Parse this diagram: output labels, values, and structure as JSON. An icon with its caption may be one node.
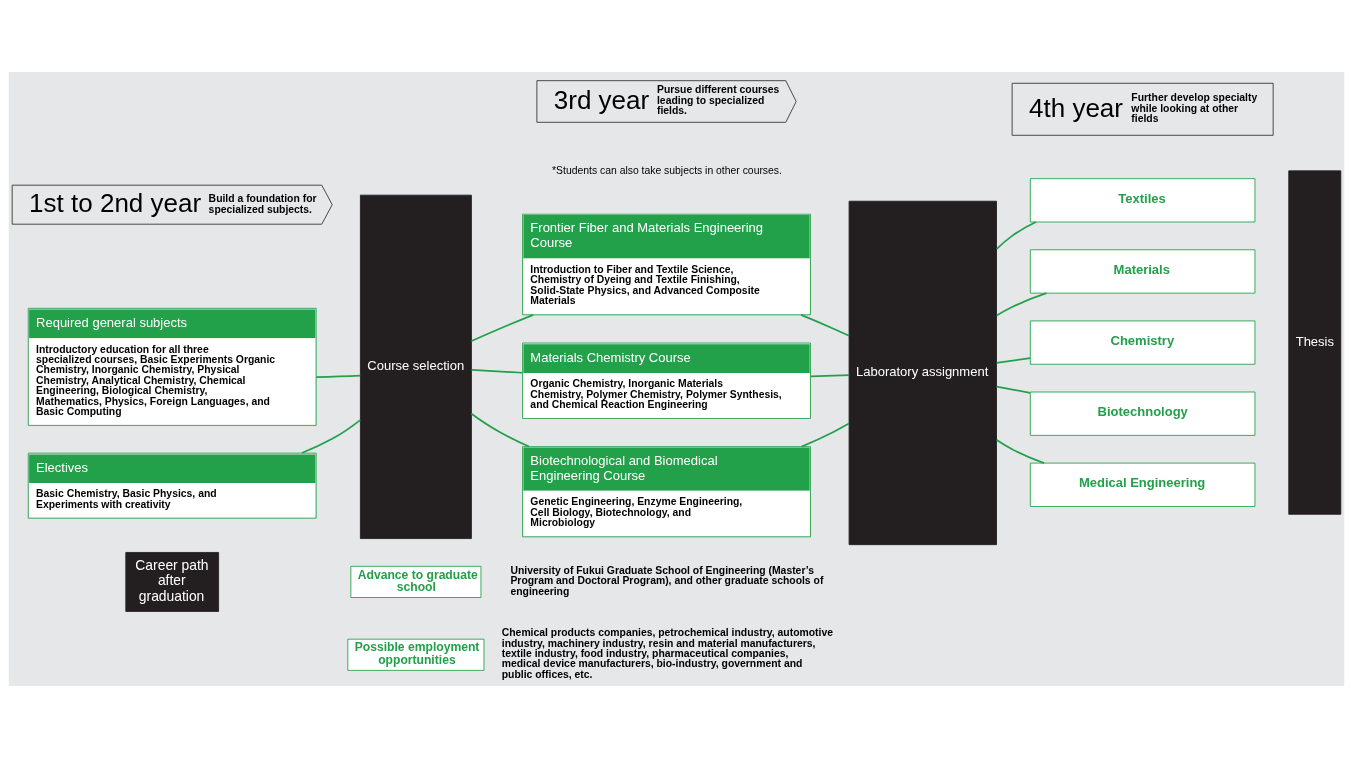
{
  "diagram": {
    "nodes": [
      {
        "text": [
          "1st to 2nd year",
          "Build a foundation for specialized subjects."
        ]
      },
      {
        "text": [
          "3rd year",
          "Pursue different courses leading to specialized fields."
        ]
      },
      {
        "text": [
          "4th year",
          "Further develop specialty while looking at other fields"
        ]
      },
      {
        "text": [
          "Required general subjects",
          "Introductory education for all three specialized courses, Basic Experiments Organic Chemistry, Inorganic Chemistry, Physical Chemistry, Analytical Chemistry, Chemical Engineering, Biological Chemistry, Mathematics, Physics, Foreign Languages, and Basic Computing"
        ]
      },
      {
        "text": [
          "Electives",
          "Basic Chemistry, Basic Physics, and Experiments with creativity"
        ]
      },
      {
        "text": [
          "Course selection"
        ]
      },
      {
        "text": [
          "Frontier Fiber and Materials Engineering Course",
          "Introduction to Fiber and Textile Science, Chemistry of Dyeing and Textile Finishing, Solid-State Physics, and Advanced Composite Materials"
        ]
      },
      {
        "text": [
          "Materials Chemistry Course",
          "Organic Chemistry, Inorganic Materials Chemistry, Polymer Chemistry, Polymer Synthesis, and Chemical Reaction Engineering"
        ]
      },
      {
        "text": [
          "Biotechnological and Biomedical Engineering Course",
          "Genetic Engineering, Enzyme Engineering, Cell Biology, Biotechnology, and Microbiology"
        ]
      },
      {
        "text": [
          "Laboratory assignment"
        ]
      },
      {
        "text": [
          "Textiles"
        ]
      },
      {
        "text": [
          "Materials"
        ]
      },
      {
        "text": [
          "Chemistry"
        ]
      },
      {
        "text": [
          "Biotechnology"
        ]
      },
      {
        "text": [
          "Medical Engineering"
        ]
      },
      {
        "text": [
          "Thesis"
        ]
      },
      {
        "text": [
          "Career path after graduation"
        ]
      },
      {
        "text": [
          "Advance to graduate school"
        ],
        "beside": [
          "University of Fukui Graduate School of Engineering (Master’s Program and Doctoral Program), and other graduate schools of engineering"
        ]
      },
      {
        "text": [
          "Possible employment opportunities"
        ],
        "beside": [
          "Chemical products companies, petrochemical industry, automotive industry, machinery industry, resin and material manufacturers, textile industry, food industry, pharmaceutical companies, medical device manufacturers, bio-industry, government and public offices, etc."
        ]
      }
    ],
    "edges": [
      {
        "from": 3,
        "to": 5,
        "arrow": "none"
      },
      {
        "from": 4,
        "to": 5,
        "arrow": "none"
      },
      {
        "from": 5,
        "to": 6,
        "arrow": "none"
      },
      {
        "from": 5,
        "to": 7,
        "arrow": "none"
      },
      {
        "from": 5,
        "to": 8,
        "arrow": "none"
      },
      {
        "from": 6,
        "to": 9,
        "arrow": "none"
      },
      {
        "from": 7,
        "to": 9,
        "arrow": "none"
      },
      {
        "from": 8,
        "to": 9,
        "arrow": "none"
      },
      {
        "from": 9,
        "to": 10,
        "arrow": "none"
      },
      {
        "from": 9,
        "to": 11,
        "arrow": "none"
      },
      {
        "from": 9,
        "to": 12,
        "arrow": "none"
      },
      {
        "from": 9,
        "to": 13,
        "arrow": "none"
      },
      {
        "from": 9,
        "to": 14,
        "arrow": "none"
      }
    ],
    "labels": [
      "*Students can also take subjects in other courses."
    ]
  }
}
